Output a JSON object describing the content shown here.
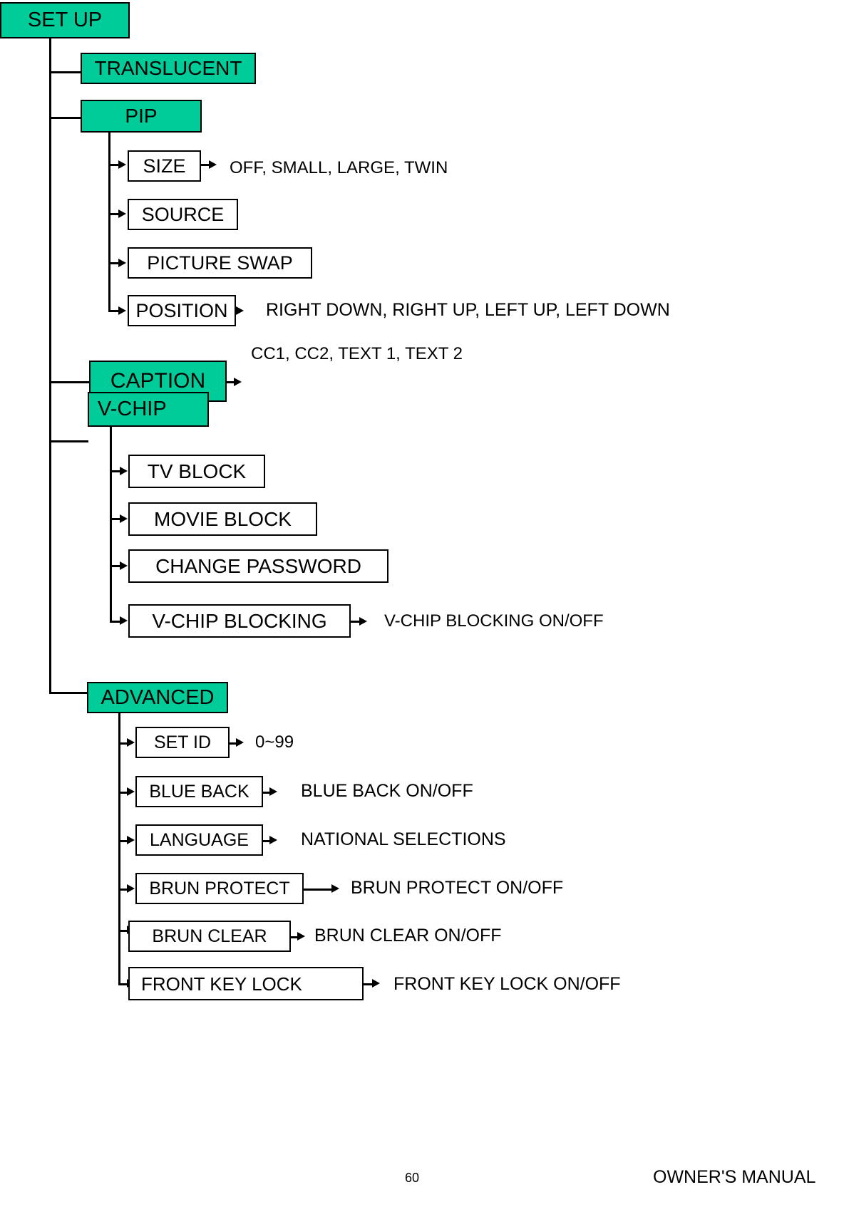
{
  "document": {
    "type": "menu-tree-diagram",
    "root": {
      "label": "SET UP"
    },
    "footer": {
      "page_number": "60",
      "manual_label": "OWNER'S MANUAL"
    },
    "colors": {
      "highlight": "#00CC99",
      "line": "#000000",
      "background": "#FFFFFF",
      "text": "#000000"
    }
  },
  "nodes": {
    "translucent": {
      "label": "TRANSLUCENT"
    },
    "pip": {
      "label": "PIP"
    },
    "pip_size": {
      "label": "SIZE",
      "options": "OFF, SMALL, LARGE, TWIN"
    },
    "pip_source": {
      "label": "SOURCE"
    },
    "pip_picture_swap": {
      "label": "PICTURE SWAP"
    },
    "pip_position": {
      "label": "POSITION",
      "options": "RIGHT DOWN, RIGHT UP, LEFT UP, LEFT DOWN"
    },
    "caption": {
      "label": "CAPTION",
      "options": "CC1, CC2, TEXT 1, TEXT 2"
    },
    "vchip": {
      "label": "V-CHIP"
    },
    "vchip_tv_block": {
      "label": "TV BLOCK"
    },
    "vchip_movie_block": {
      "label": "MOVIE BLOCK"
    },
    "vchip_change_password": {
      "label": "CHANGE PASSWORD"
    },
    "vchip_blocking": {
      "label": "V-CHIP BLOCKING",
      "options": "V-CHIP BLOCKING ON/OFF"
    },
    "advanced": {
      "label": "ADVANCED"
    },
    "adv_set_id": {
      "label": "SET ID",
      "options": "0~99"
    },
    "adv_blue_back": {
      "label": "BLUE BACK",
      "options": "BLUE BACK ON/OFF"
    },
    "adv_language": {
      "label": "LANGUAGE",
      "options": "NATIONAL SELECTIONS"
    },
    "adv_brun_protect": {
      "label": "BRUN PROTECT",
      "options": "BRUN PROTECT ON/OFF"
    },
    "adv_brun_clear": {
      "label": "BRUN CLEAR",
      "options": "BRUN CLEAR ON/OFF"
    },
    "adv_front_key_lock": {
      "label": "FRONT KEY LOCK",
      "options": "FRONT KEY LOCK ON/OFF"
    }
  }
}
